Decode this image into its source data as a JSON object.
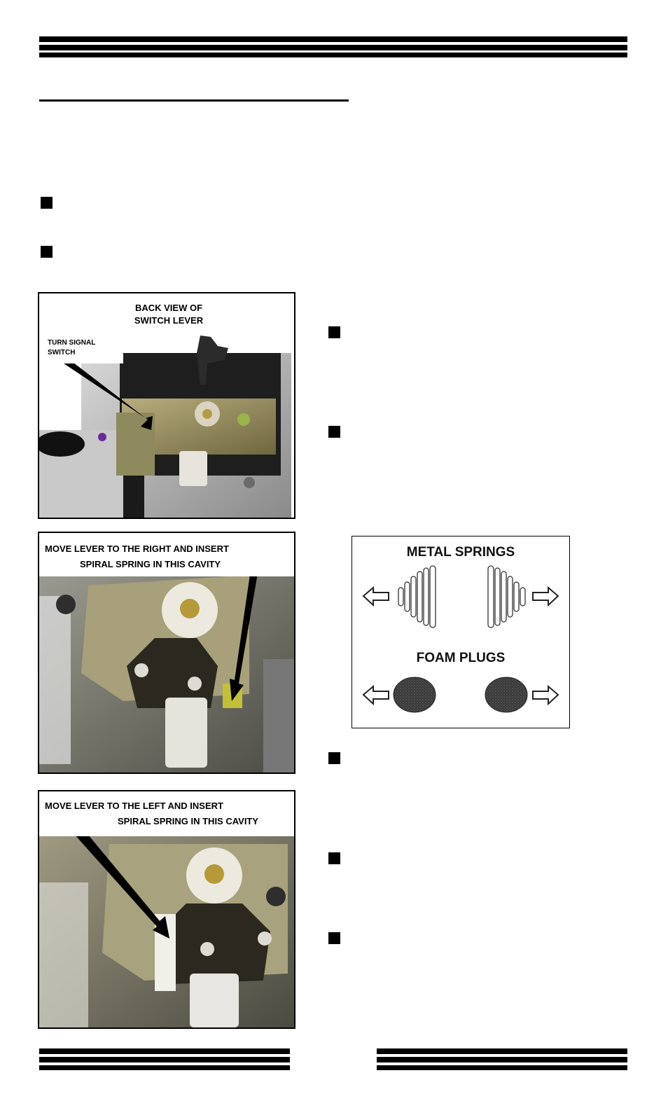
{
  "photos": [
    {
      "caption_lines": [
        "BACK VIEW OF",
        "SWITCH LEVER"
      ],
      "callout_lines": [
        "TURN SIGNAL",
        "SWITCH"
      ]
    },
    {
      "caption_lines": [
        "MOVE LEVER TO THE RIGHT AND INSERT",
        "SPIRAL SPRING IN THIS CAVITY"
      ]
    },
    {
      "caption_lines": [
        "MOVE LEVER TO THE LEFT AND INSERT",
        "SPIRAL SPRING IN THIS CAVITY"
      ]
    }
  ],
  "diagram": {
    "springs_label": "METAL SPRINGS",
    "plugs_label": "FOAM PLUGS"
  }
}
